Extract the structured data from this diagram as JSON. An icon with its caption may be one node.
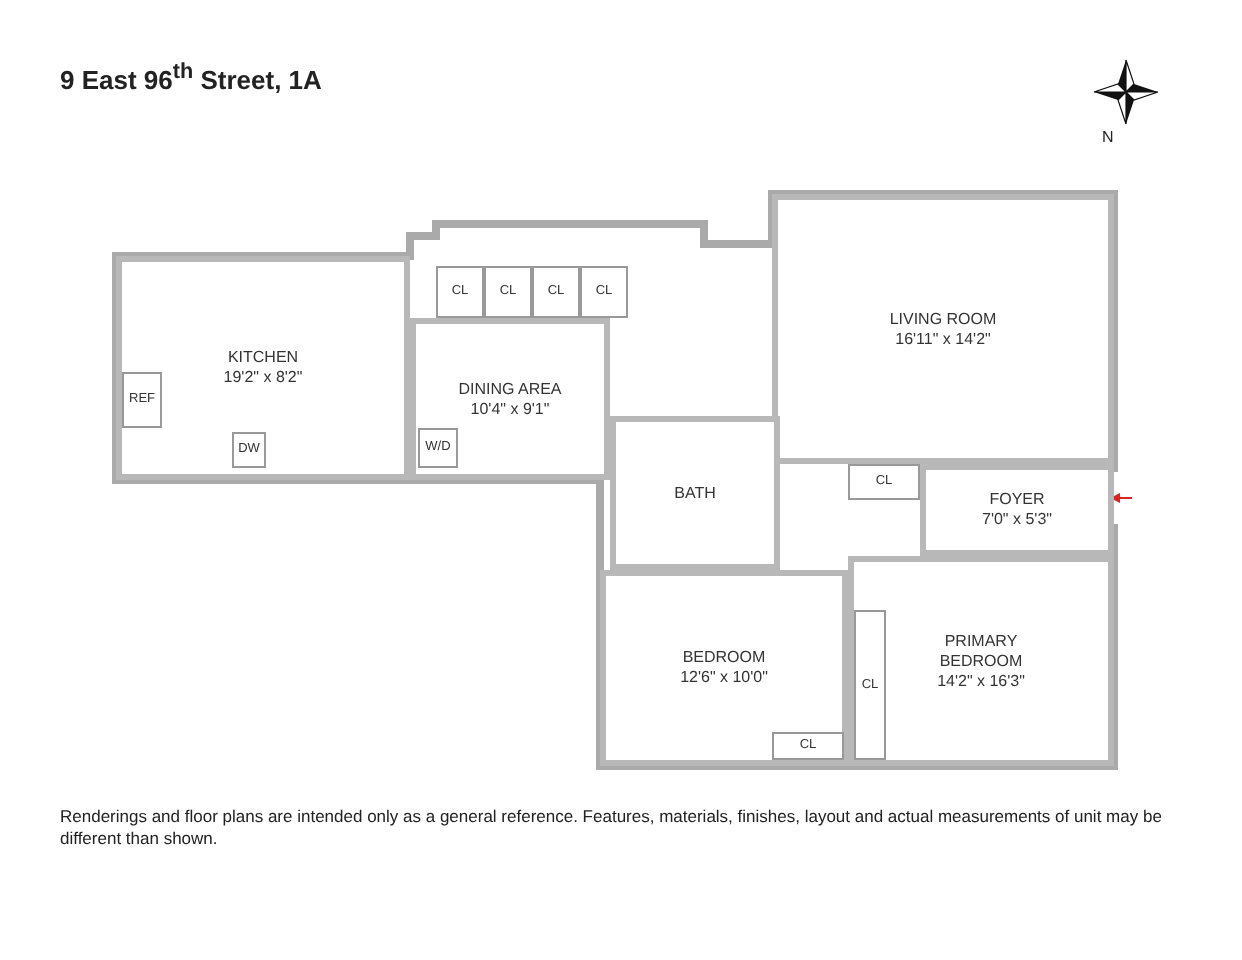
{
  "diagram": {
    "title": "9 East 96$^{th}$ Street, 1A",
    "caption": "Renderings and floor plans are intended only as a general reference. Features, materials, finishes, layout and actual measurements of unit may be different than shown.",
    "nodes": [
      {
        "text": [
          "CL"
        ]
      },
      {
        "text": [
          "CL"
        ]
      },
      {
        "text": [
          "CL"
        ]
      },
      {
        "text": [
          "CL"
        ]
      },
      {
        "text": [
          "LIVING ROOM",
          "16'11\" x 14'2\""
        ]
      },
      {
        "text": [
          "KITCHEN",
          "19'2\" x 8'2\""
        ]
      },
      {
        "text": [
          "REF"
        ],
        "in": 5
      },
      {
        "text": [
          "DW"
        ],
        "in": 5
      },
      {
        "text": [
          "DINING AREA",
          "10'4\" x 9'1\""
        ]
      },
      {
        "text": [
          "W/D"
        ],
        "in": 8
      },
      {
        "text": [
          "BATH"
        ]
      },
      {
        "text": [
          "CL"
        ]
      },
      {
        "text": [
          "FOYER",
          "7'0\" x 5'3\""
        ]
      },
      {
        "text": [
          "BEDROOM",
          "12'6\" x 10'0\""
        ]
      },
      {
        "text": [
          "PRIMARY BEDROOM",
          "14'2\" x 16'3\""
        ]
      },
      {
        "text": [
          "CL"
        ],
        "in": 14
      },
      {
        "text": [
          "CL"
        ],
        "in": 13
      }
    ],
    "edges": [],
    "labels": [
      "N"
    ]
  }
}
